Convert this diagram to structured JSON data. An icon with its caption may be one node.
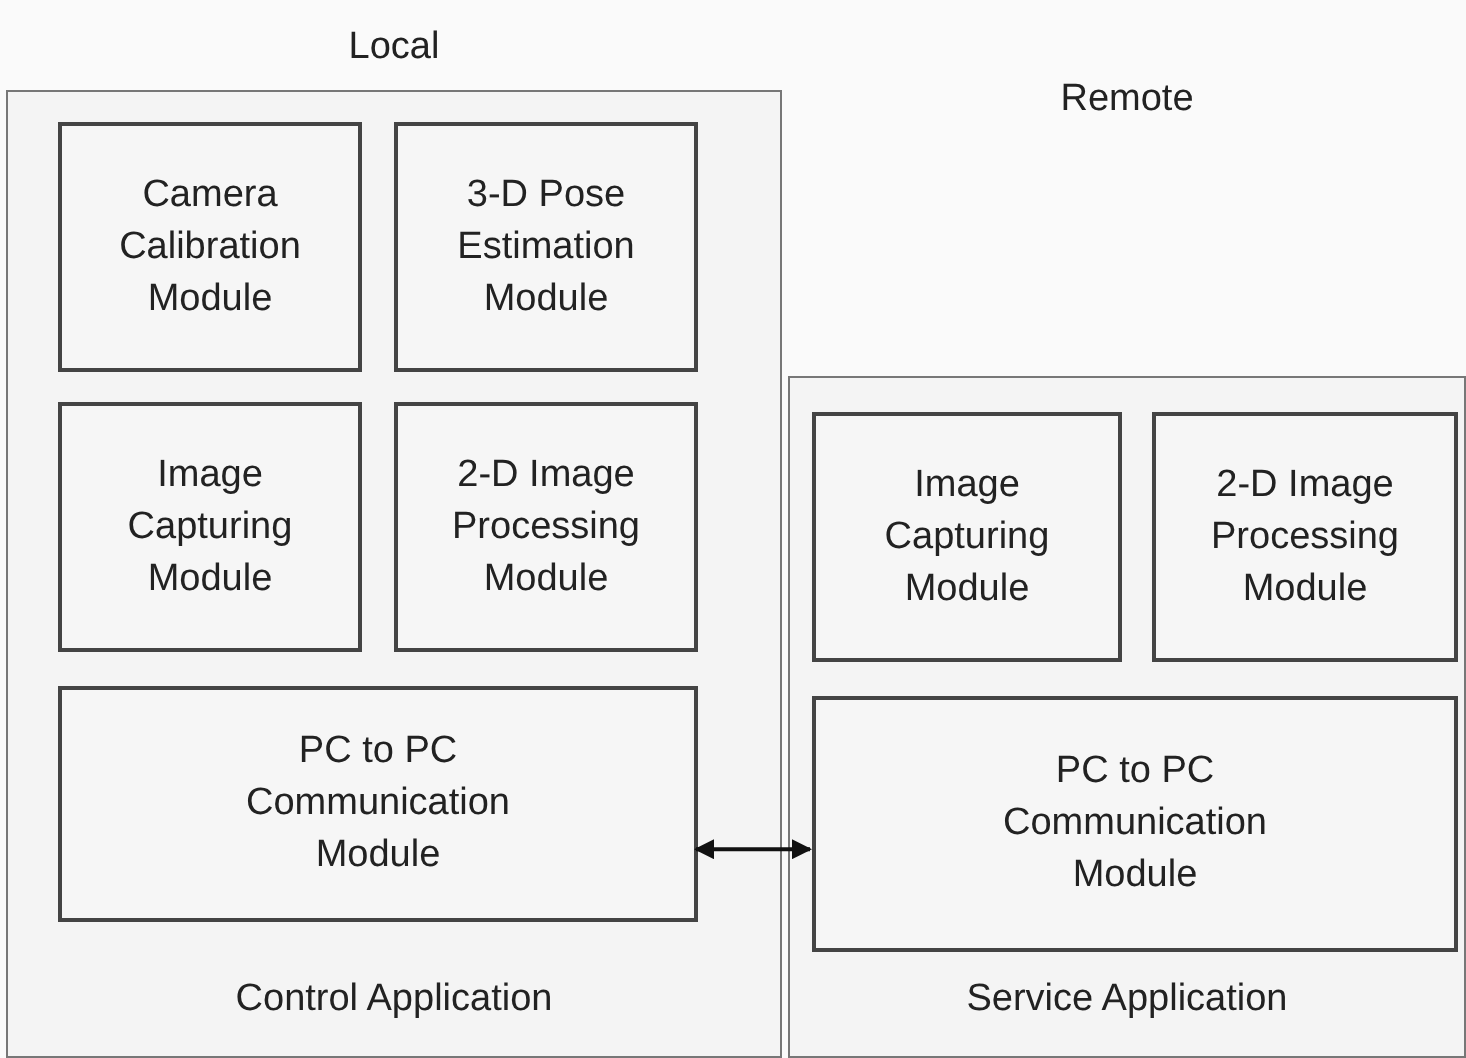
{
  "diagram": {
    "nodes": [
      {
        "text": [
          "Local",
          "Control Application"
        ]
      },
      {
        "text": [
          "Camera Calibration Module"
        ],
        "in": 0
      },
      {
        "text": [
          "3-D Pose Estimation Module"
        ],
        "in": 0
      },
      {
        "text": [
          "Image Capturing Module"
        ],
        "in": 0
      },
      {
        "text": [
          "2-D Image Processing Module"
        ],
        "in": 0
      },
      {
        "text": [
          "PC to PC Communication Module"
        ],
        "in": 0
      },
      {
        "text": [
          "Service Application"
        ]
      },
      {
        "text": [
          "Image Capturing Module"
        ],
        "in": 6
      },
      {
        "text": [
          "2-D Image Processing Module"
        ],
        "in": 6
      },
      {
        "text": [
          "PC to PC Communication Module"
        ],
        "in": 6
      }
    ],
    "edges": [
      {
        "from": 5,
        "to": 9,
        "arrow": "both"
      }
    ],
    "labels": [
      "Remote"
    ]
  }
}
